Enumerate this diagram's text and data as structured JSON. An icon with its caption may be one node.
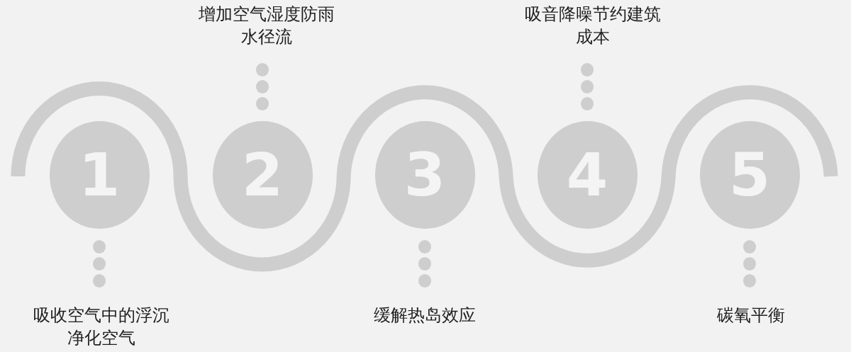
{
  "diagram": {
    "nodes": [
      {
        "text": [
          "1"
        ]
      },
      {
        "text": [
          "2"
        ]
      },
      {
        "text": [
          "3"
        ]
      },
      {
        "text": [
          "4"
        ]
      },
      {
        "text": [
          "5"
        ]
      }
    ],
    "labels": [
      "增加空气湿度防雨水径流",
      "吸音降噪节约建筑成本",
      "吸收空气中的浮沉净化空气",
      "缓解热岛效应",
      "碳氧平衡"
    ]
  }
}
